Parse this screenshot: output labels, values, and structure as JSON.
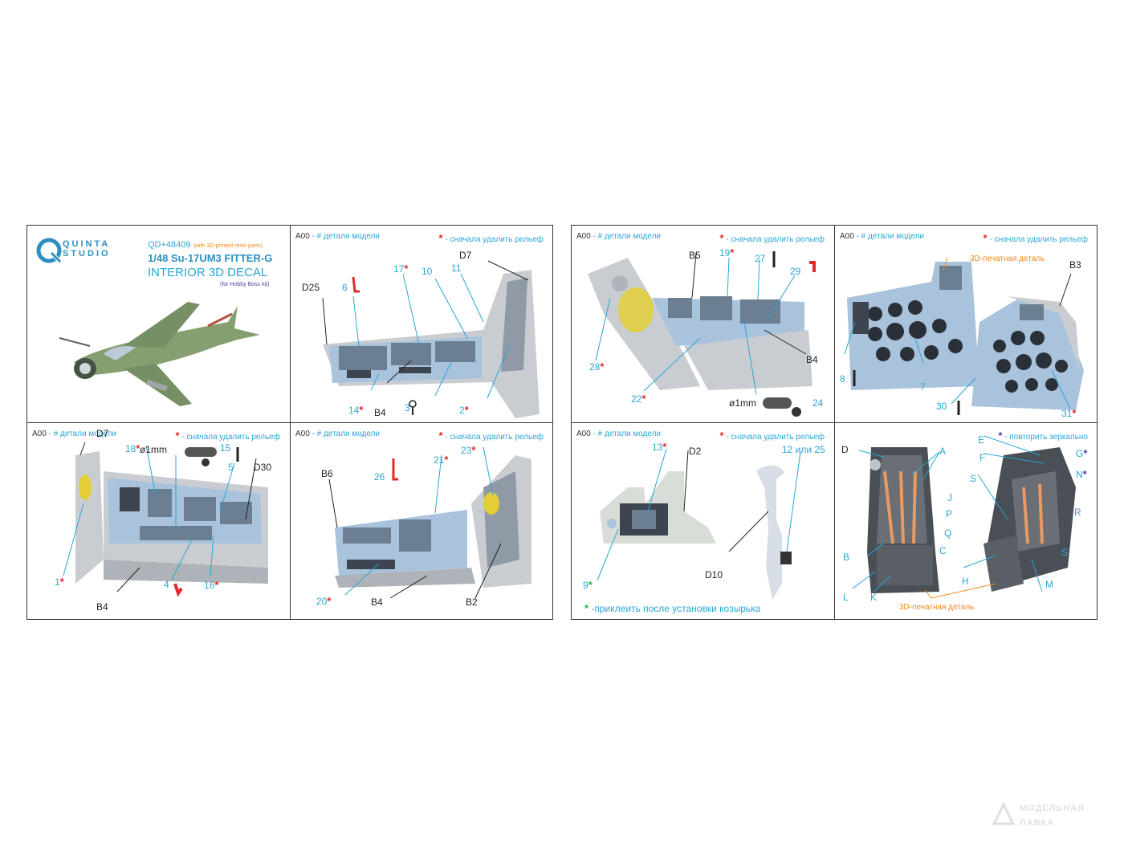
{
  "left_sheet": {
    "title_panel": {
      "logo_text": "QUINTA STUDIO",
      "logo_line1": "QUINTA",
      "logo_line2": "STUDIO",
      "product_code": "QD+48409",
      "resin_note": "(with 3D-printed resin parts)",
      "model": "1/48 Su-17UM3 FITTER-G",
      "product_title": "INTERIOR 3D DECAL",
      "kit_note": "(for Hobby Boss kit)"
    },
    "panel_tr": {
      "code": "A00",
      "code_legend": "- # детали модели",
      "star": "*",
      "star_legend": "- сначала удалить рельеф",
      "labels": {
        "d25": "D25",
        "d7": "D7",
        "b4": "B4"
      },
      "numbers": {
        "n6": "6",
        "n17": "17",
        "n10": "10",
        "n11": "11",
        "n14": "14",
        "n3": "3",
        "n2": "2"
      }
    },
    "panel_bl": {
      "code": "A00",
      "code_legend": "- # детали модели",
      "star": "*",
      "star_legend": "- сначала удалить рельеф",
      "labels": {
        "d7": "D7",
        "d30": "D30",
        "b4": "B4",
        "diam": "ø1mm"
      },
      "numbers": {
        "n18": "18",
        "n15": "15",
        "n5": "5",
        "n1": "1",
        "n4": "4",
        "n16": "16"
      }
    },
    "panel_br": {
      "code": "A00",
      "code_legend": "- # детали модели",
      "star": "*",
      "star_legend": "- сначала удалить рельеф",
      "labels": {
        "b6": "B6",
        "b4": "B4",
        "b2": "B2"
      },
      "numbers": {
        "n26": "26",
        "n21": "21",
        "n23": "23",
        "n20": "20"
      }
    }
  },
  "right_sheet": {
    "panel_tl": {
      "code": "A00",
      "code_legend": "- # детали модели",
      "star": "*",
      "star_legend": "- сначала удалить рельеф",
      "labels": {
        "b5": "B5",
        "b4": "B4",
        "diam": "ø1mm"
      },
      "numbers": {
        "n19": "19",
        "n27": "27",
        "n29": "29",
        "n28": "28",
        "n22": "22",
        "n24": "24"
      }
    },
    "panel_tr": {
      "code": "A00",
      "code_legend": "- # детали модели",
      "star": "*",
      "star_legend": "- сначала удалить рельеф",
      "print_note": "3D-печатная деталь",
      "labels": {
        "b3": "B3"
      },
      "numbers": {
        "n8": "8",
        "n7": "7",
        "n30": "30",
        "n31": "31"
      }
    },
    "panel_bl": {
      "code": "A00",
      "code_legend": "- # детали модели",
      "star": "*",
      "star_legend": "- сначала удалить рельеф",
      "labels": {
        "d2": "D2",
        "d10": "D10",
        "alt": "12 или 25"
      },
      "numbers": {
        "n13": "13",
        "n9": "9"
      },
      "footer": "-приклеить после установки козырька"
    },
    "panel_br": {
      "star": "*",
      "mirror_legend": "- повторить зеркально",
      "print_note": "3D-печатная деталь",
      "letters": {
        "D": "D",
        "A": "A",
        "J": "J",
        "P": "P",
        "Q": "Q",
        "C": "C",
        "B": "B",
        "L": "L",
        "K": "K",
        "E": "E",
        "F": "F",
        "G": "G",
        "N": "N",
        "S1": "S",
        "R": "R",
        "S2": "S",
        "H": "H",
        "M": "M"
      }
    }
  },
  "watermark": {
    "line1": "МОДЕЛЬНАЯ",
    "line2": "ЛАВКА"
  },
  "colors": {
    "accent": "#29a6d6",
    "star": "#e02a2a",
    "green": "#2bb24c",
    "purple": "#5a3fa0",
    "orange": "#f08a1c",
    "panel": "#a9c3dc",
    "grey": "#c9cdd2"
  }
}
